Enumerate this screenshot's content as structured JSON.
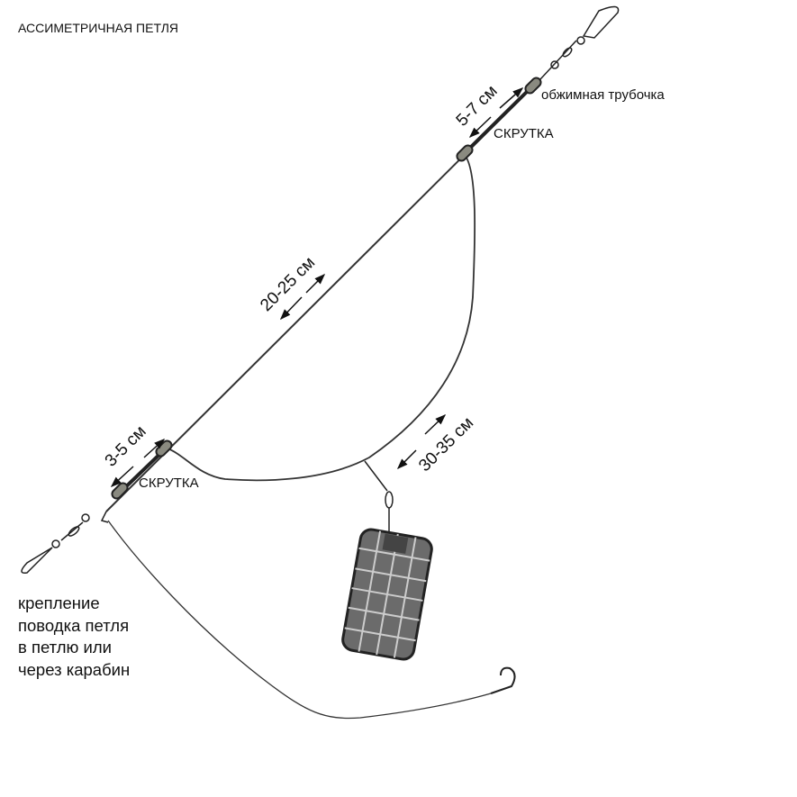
{
  "title": "АССИМЕТРИЧНАЯ ПЕТЛЯ",
  "labels": {
    "crimp_sleeve": "обжимная трубочка",
    "twist_top": "СКРУТКА",
    "twist_bottom": "СКРУТКА",
    "len_top": "5-7 см",
    "len_main": "20-25 см",
    "len_loop": "30-35 см",
    "len_bottom": "3-5 см"
  },
  "note": [
    "крепление",
    "поводка петля",
    "в петлю или",
    "через карабин"
  ]
}
